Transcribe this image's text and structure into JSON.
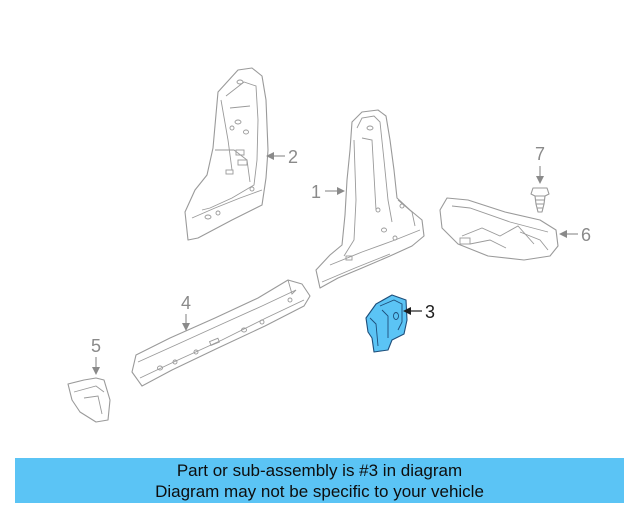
{
  "diagram": {
    "callouts": [
      {
        "id": "1",
        "label": "1",
        "highlighted": false
      },
      {
        "id": "2",
        "label": "2",
        "highlighted": false
      },
      {
        "id": "3",
        "label": "3",
        "highlighted": true
      },
      {
        "id": "4",
        "label": "4",
        "highlighted": false
      },
      {
        "id": "5",
        "label": "5",
        "highlighted": false
      },
      {
        "id": "6",
        "label": "6",
        "highlighted": false
      },
      {
        "id": "7",
        "label": "7",
        "highlighted": false
      }
    ],
    "highlight_color": "#5bc4f5",
    "line_color": "#9a9a9a"
  },
  "banner": {
    "line1": "Part or sub-assembly is #3 in diagram",
    "line2": "Diagram may not be specific to your vehicle",
    "background": "#5bc4f5"
  }
}
